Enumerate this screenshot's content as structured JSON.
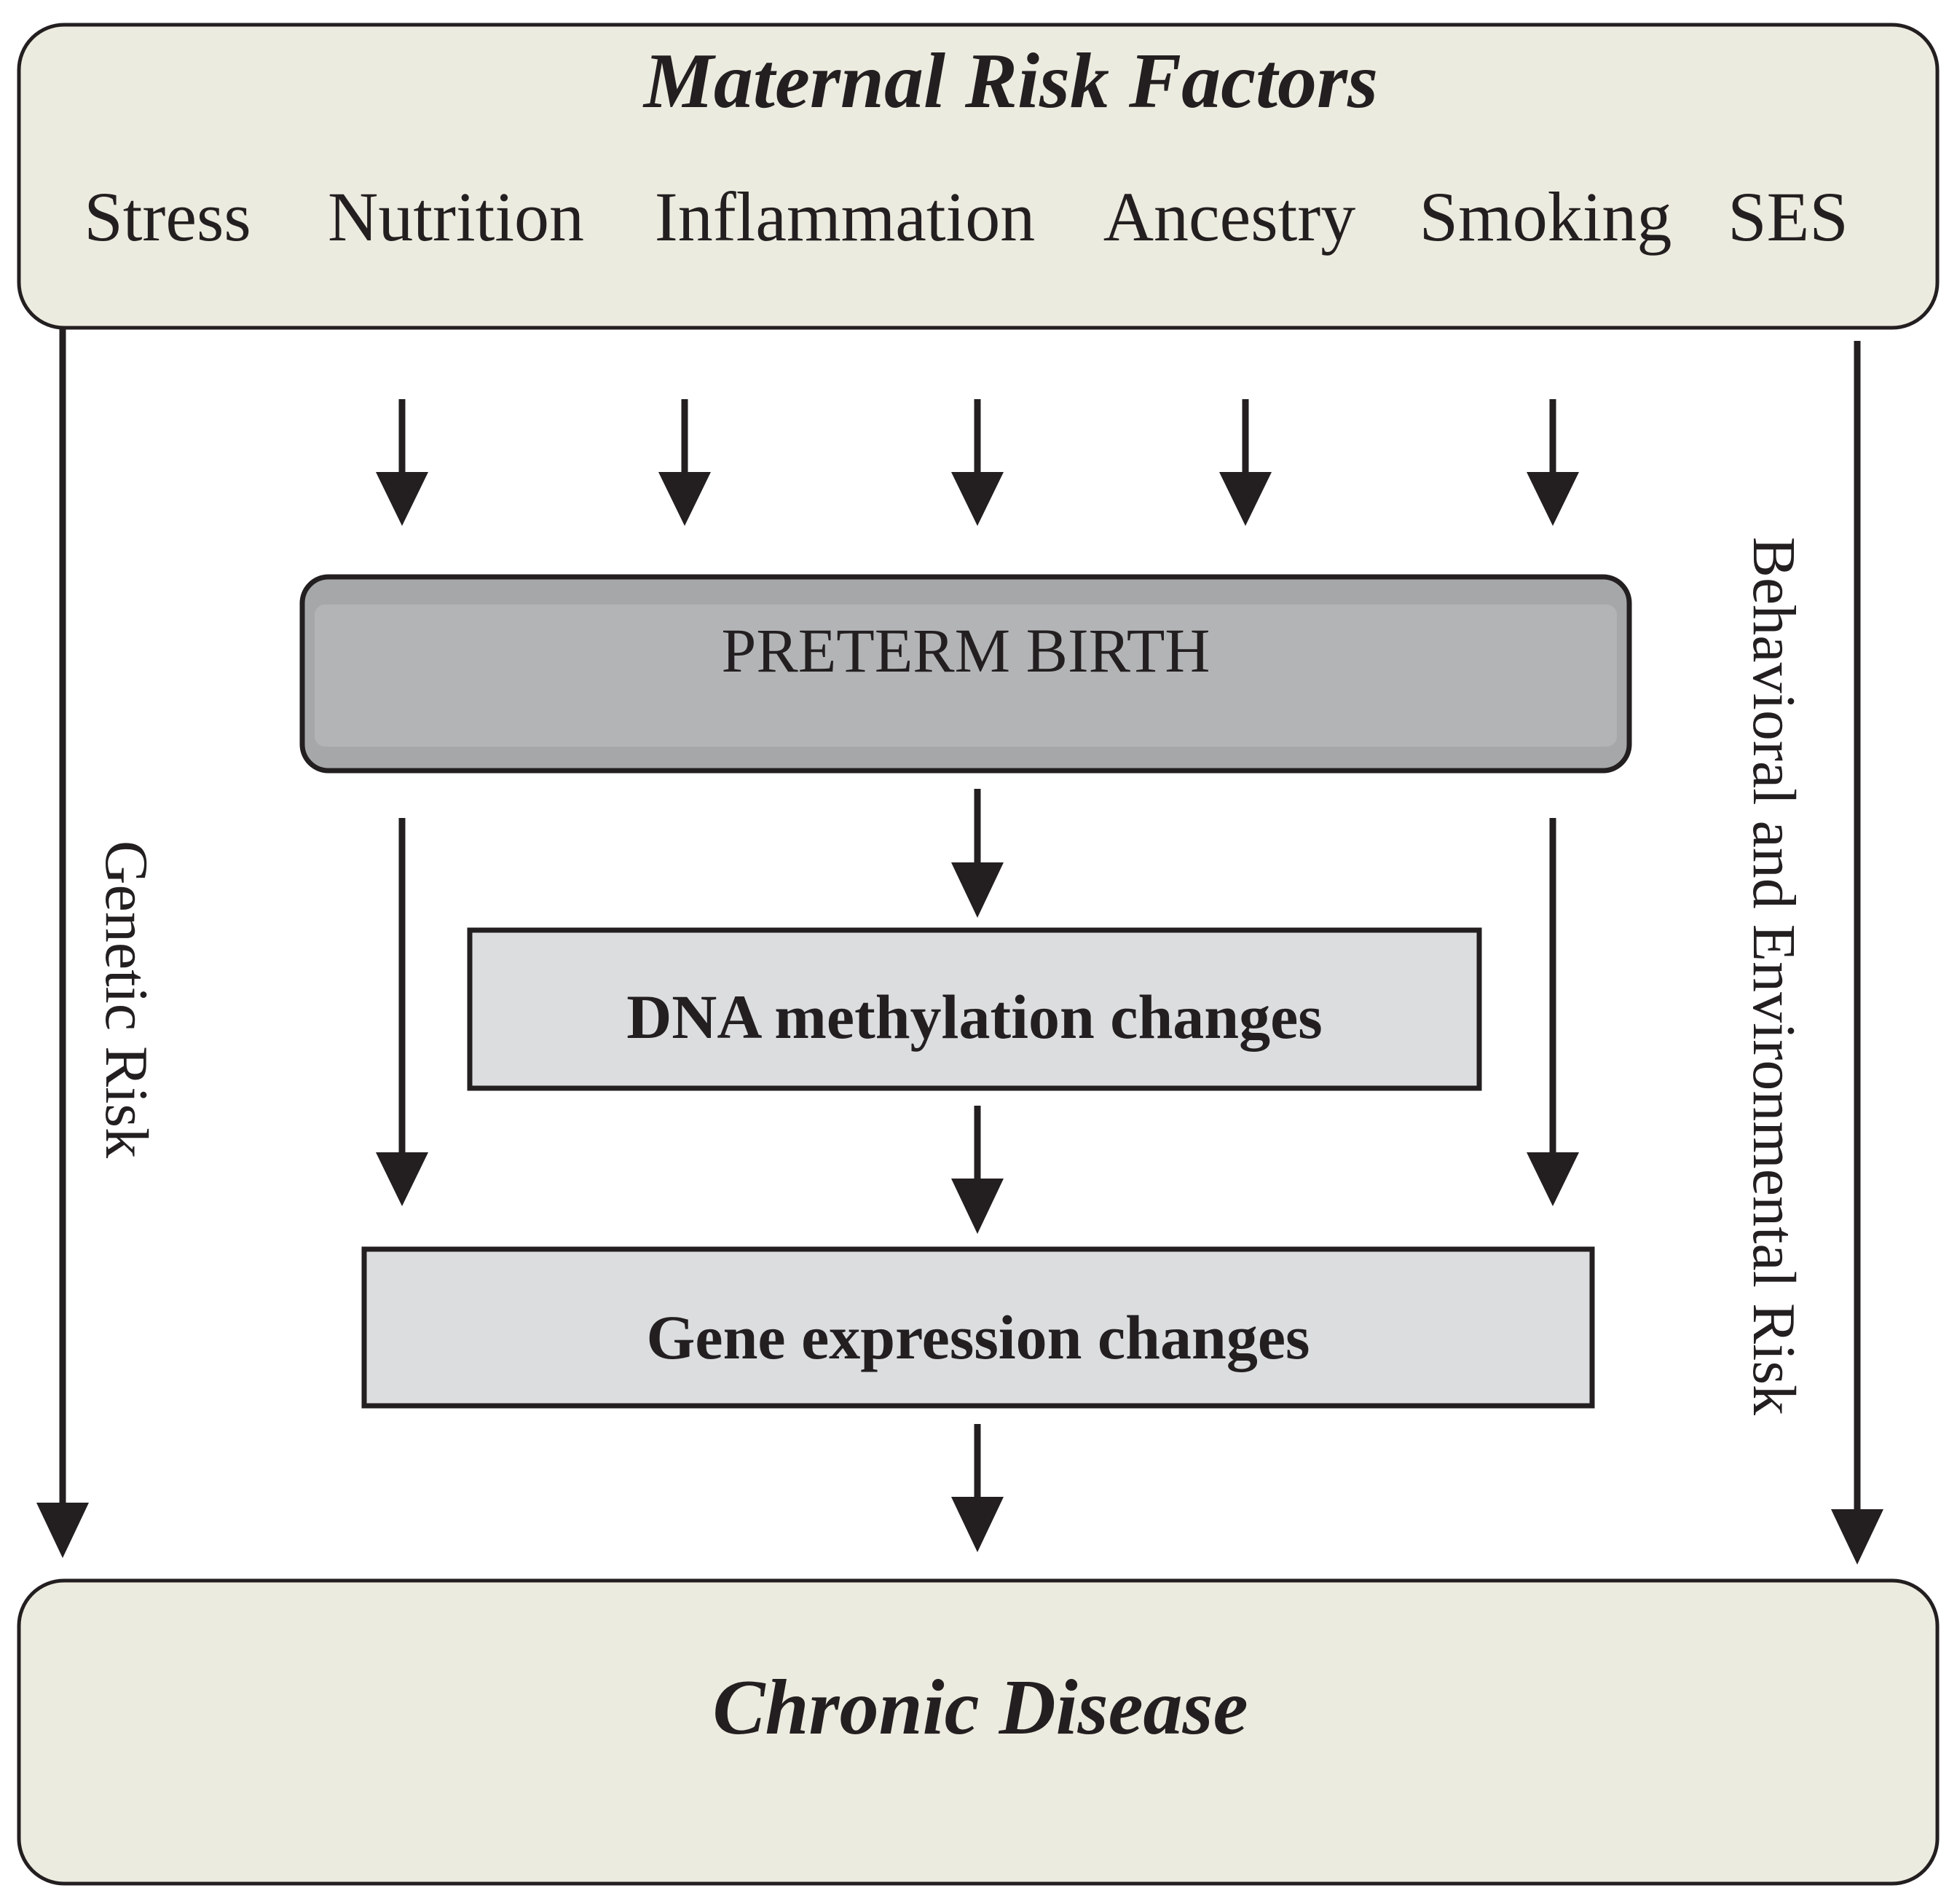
{
  "top_box": {
    "title": "Maternal Risk Factors",
    "factors": [
      "Stress",
      "Nutrition",
      "Inflammation",
      "Ancestry",
      "Smoking",
      "SES"
    ]
  },
  "preterm_box": {
    "label": "PRETERM BIRTH"
  },
  "dna_box": {
    "label": "DNA methylation changes"
  },
  "gene_box": {
    "label": "Gene expression changes"
  },
  "left_side": {
    "label": "Genetic Risk"
  },
  "right_side": {
    "label": "Behavioral and Environmental Risk"
  },
  "bottom_box": {
    "title": "Chronic Disease"
  },
  "colors": {
    "outer_box_fill": "#ecebdf",
    "preterm_fill": "#a6a7a9",
    "preterm_inner": "#b3b4b6",
    "process_box_fill": "#dcdddf",
    "stroke": "#231f20"
  }
}
